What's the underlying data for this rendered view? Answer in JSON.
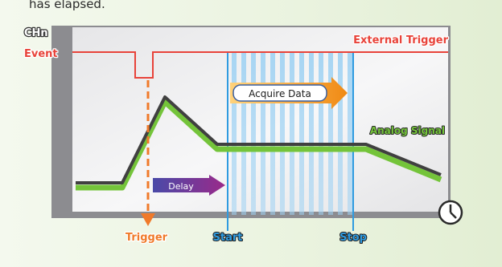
{
  "caption": "has elapsed.",
  "labels": {
    "channel": "CHn",
    "event": "Event",
    "external_trigger": "External Trigger",
    "acquire_data": "Acquire Data",
    "analog_signal": "Analog Signal",
    "delay": "Delay",
    "trigger": "Trigger",
    "start": "Start",
    "stop": "Stop"
  },
  "colors": {
    "trigger_line": "#e8433a",
    "trigger_arrow": "#f07a2a",
    "blue_marker": "#2f9be0",
    "analog_green": "#74c43a",
    "analog_dark": "#404040",
    "delay_purple": "#7a2a8a",
    "acquire_orange": "#f5a623"
  },
  "icons": {
    "clock": "clock-icon"
  }
}
